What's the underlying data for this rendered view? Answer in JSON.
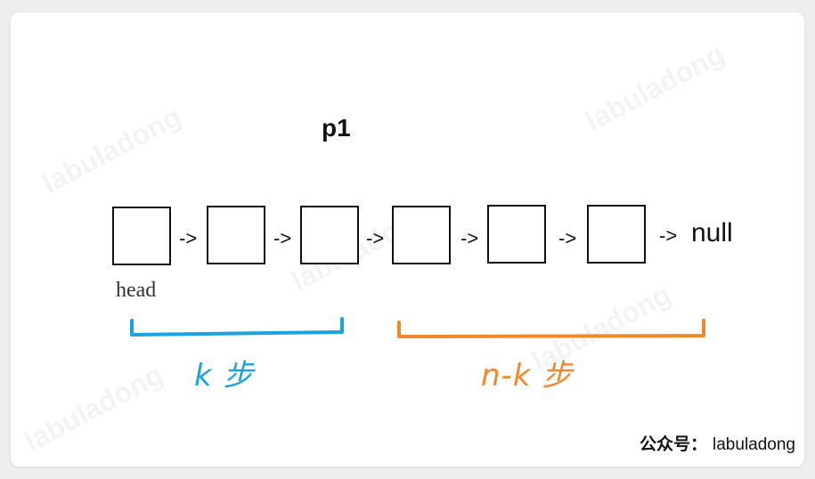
{
  "diagram": {
    "pointer_label": "p1",
    "terminal_label": "null",
    "head_label": "head",
    "arrow_glyph": "->",
    "node_count": 6,
    "brackets": [
      {
        "label": "k 步",
        "color": "#1aa3e0"
      },
      {
        "label": "n-k 步",
        "color": "#f0882c"
      }
    ]
  },
  "watermark": {
    "text": "labuladong"
  },
  "footer": {
    "account_label": "公众号：",
    "account_name": "labuladong"
  }
}
